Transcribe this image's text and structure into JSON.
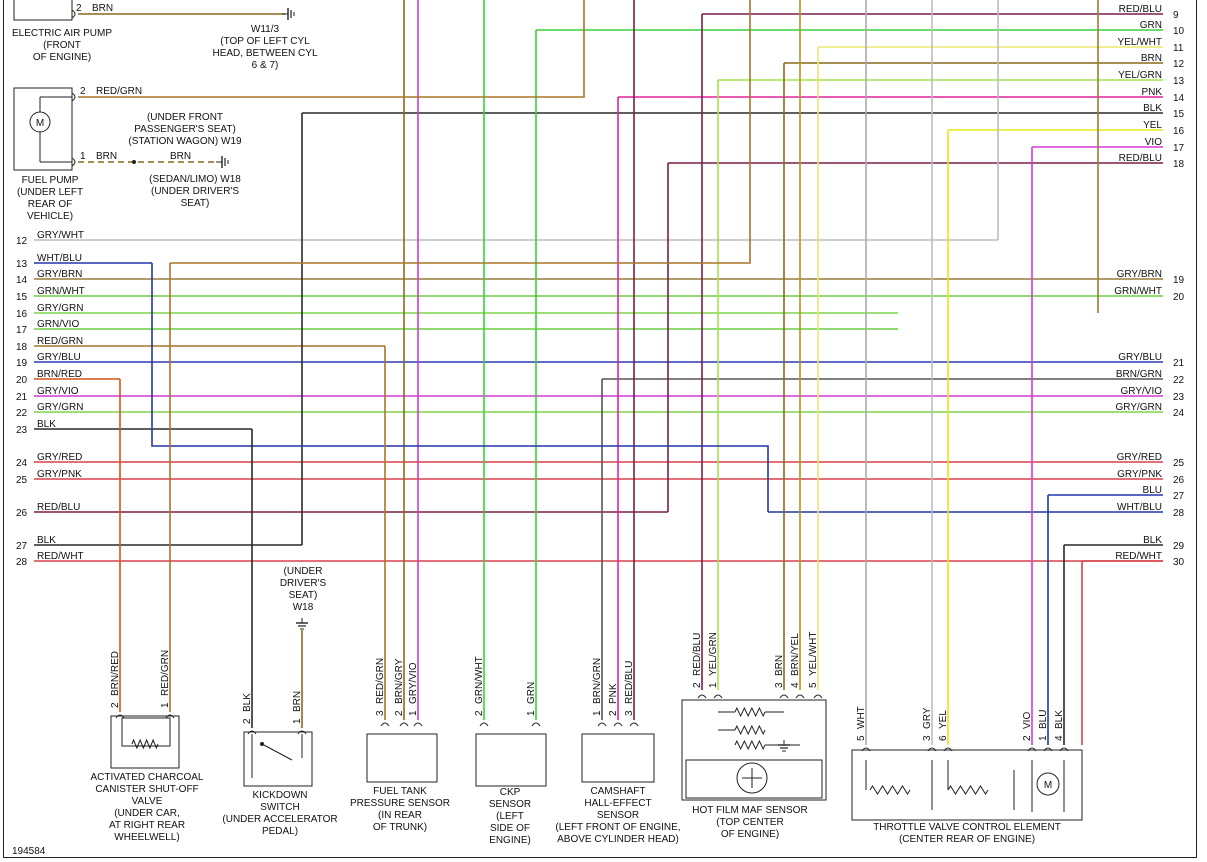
{
  "figure_id": "194584",
  "colors": {
    "BRN": "#8a6a1c",
    "RED/GRN": "#a8752a",
    "BLK": "#2a2a2a",
    "GRY/WHT": "#bdbdbd",
    "WHT/BLU": "#2236a8",
    "GRY/BRN": "#9a7c3c",
    "GRN/WHT": "#6dcd43",
    "GRY/GRN": "#7fd44c",
    "GRN/VIO": "#6dcd43",
    "GRY/BLU": "#2a3db5",
    "BRN/RED": "#d4541e",
    "GRY/VIO": "#d13ad1",
    "GRY/RED": "#d9424a",
    "GRY/PNK": "#d9424a",
    "RED/BLU": "#7a1f4a",
    "RED/WHT": "#d9424a",
    "GRN": "#39d139",
    "YEL/WHT": "#e8e870",
    "YEL/GRN": "#a6e34b",
    "PNK": "#e0249a",
    "YEL": "#e6e61a",
    "VIO": "#d939d9",
    "BLU": "#2236a8",
    "BRN/YEL": "#b39420",
    "BRN/GRY": "#a58a5a",
    "WHT": "#aaaaaa",
    "GRY": "#bdbdbd"
  },
  "components": {
    "air_pump": {
      "pin": "2",
      "wire": "BRN",
      "label": [
        "ELECTRIC AIR PUMP",
        "(FRONT",
        "OF ENGINE)"
      ]
    },
    "ground_w11": {
      "label": [
        "W11/3",
        "(TOP OF LEFT CYL",
        "HEAD, BETWEEN CYL",
        "6 & 7)"
      ]
    },
    "fuel_pump": {
      "pin2": "2",
      "wire2": "RED/GRN",
      "pin1": "1",
      "wire1": "BRN",
      "motor": "M",
      "label": [
        "FUEL PUMP",
        "(UNDER LEFT",
        "REAR OF",
        "VEHICLE)"
      ]
    },
    "ground_w19": {
      "label": [
        "(UNDER FRONT",
        "PASSENGER'S SEAT)",
        "(STATION WAGON) W19"
      ],
      "wire": "BRN"
    },
    "ground_w18_sedan": {
      "label": [
        "(SEDAN/LIMO) W18",
        "(UNDER DRIVER'S",
        "SEAT)"
      ]
    },
    "ground_w18": {
      "label": [
        "(UNDER",
        "DRIVER'S",
        "SEAT)",
        "W18"
      ]
    },
    "canister": {
      "pins": [
        "2",
        "1"
      ],
      "wires": [
        "BRN/RED",
        "RED/GRN"
      ],
      "label": [
        "ACTIVATED CHARCOAL",
        "CANISTER SHUT-OFF",
        "VALVE",
        "(UNDER CAR,",
        "AT RIGHT REAR",
        "WHEELWELL)"
      ]
    },
    "kickdown": {
      "pins": [
        "2",
        "1"
      ],
      "wires": [
        "BLK",
        "BRN"
      ],
      "label": [
        "KICKDOWN",
        "SWITCH",
        "(UNDER ACCELERATOR",
        "PEDAL)"
      ]
    },
    "fuel_tank": {
      "pins": [
        "3",
        "2",
        "1"
      ],
      "wires": [
        "RED/GRN",
        "BRN/GRY",
        "GRY/VIO"
      ],
      "label": [
        "FUEL TANK",
        "PRESSURE SENSOR",
        "(IN REAR",
        "OF TRUNK)"
      ]
    },
    "ckp": {
      "pins": [
        "2",
        "1"
      ],
      "wires": [
        "GRN/WHT",
        "GRN"
      ],
      "label": [
        "CKP",
        "SENSOR",
        "(LEFT",
        "SIDE OF",
        "ENGINE)"
      ]
    },
    "camshaft": {
      "pins": [
        "1",
        "2",
        "3"
      ],
      "wires": [
        "BRN/GRN",
        "PNK",
        "RED/BLU"
      ],
      "label": [
        "CAMSHAFT",
        "HALL-EFFECT",
        "SENSOR",
        "(LEFT FRONT OF ENGINE,",
        "ABOVE CYLINDER HEAD)"
      ]
    },
    "maf": {
      "pins": [
        "2",
        "1",
        "3",
        "4",
        "5"
      ],
      "wires": [
        "RED/BLU",
        "YEL/GRN",
        "BRN",
        "BRN/YEL",
        "YEL/WHT"
      ],
      "label": [
        "HOT FILM MAF SENSOR",
        "(TOP CENTER",
        "OF ENGINE)"
      ]
    },
    "throttle": {
      "pins": [
        "5",
        "3",
        "6",
        "2",
        "1",
        "4"
      ],
      "wires": [
        "WHT",
        "GRY",
        "YEL",
        "VIO",
        "BLU",
        "BLK"
      ],
      "motor": "M",
      "label": [
        "THROTTLE VALVE CONTROL ELEMENT",
        "(CENTER REAR OF ENGINE)"
      ]
    }
  },
  "left_connector": [
    {
      "pin": "12",
      "wire": "GRY/WHT"
    },
    {
      "pin": "13",
      "wire": "WHT/BLU"
    },
    {
      "pin": "14",
      "wire": "GRY/BRN"
    },
    {
      "pin": "15",
      "wire": "GRN/WHT"
    },
    {
      "pin": "16",
      "wire": "GRY/GRN"
    },
    {
      "pin": "17",
      "wire": "GRN/VIO"
    },
    {
      "pin": "18",
      "wire": "RED/GRN"
    },
    {
      "pin": "19",
      "wire": "GRY/BLU"
    },
    {
      "pin": "20",
      "wire": "BRN/RED"
    },
    {
      "pin": "21",
      "wire": "GRY/VIO"
    },
    {
      "pin": "22",
      "wire": "GRY/GRN"
    },
    {
      "pin": "23",
      "wire": "BLK"
    },
    {
      "pin": "24",
      "wire": "GRY/RED"
    },
    {
      "pin": "25",
      "wire": "GRY/PNK"
    },
    {
      "pin": "26",
      "wire": "RED/BLU"
    },
    {
      "pin": "27",
      "wire": "BLK"
    },
    {
      "pin": "28",
      "wire": "RED/WHT"
    }
  ],
  "right_connector": [
    {
      "pin": "9",
      "wire": "RED/BLU"
    },
    {
      "pin": "10",
      "wire": "GRN"
    },
    {
      "pin": "11",
      "wire": "YEL/WHT"
    },
    {
      "pin": "12",
      "wire": "BRN"
    },
    {
      "pin": "13",
      "wire": "YEL/GRN"
    },
    {
      "pin": "14",
      "wire": "PNK"
    },
    {
      "pin": "15",
      "wire": "BLK"
    },
    {
      "pin": "16",
      "wire": "YEL"
    },
    {
      "pin": "17",
      "wire": "VIO"
    },
    {
      "pin": "18",
      "wire": "RED/BLU"
    },
    {
      "pin": "19",
      "wire": "GRY/BRN"
    },
    {
      "pin": "20",
      "wire": "GRN/WHT"
    },
    {
      "pin": "21",
      "wire": "GRY/BLU"
    },
    {
      "pin": "22",
      "wire": "BRN/GRN"
    },
    {
      "pin": "23",
      "wire": "GRY/VIO"
    },
    {
      "pin": "24",
      "wire": "GRY/GRN"
    },
    {
      "pin": "25",
      "wire": "GRY/RED"
    },
    {
      "pin": "26",
      "wire": "GRY/PNK"
    },
    {
      "pin": "27",
      "wire": "BLU"
    },
    {
      "pin": "28",
      "wire": "WHT/BLU"
    },
    {
      "pin": "29",
      "wire": "BLK"
    },
    {
      "pin": "30",
      "wire": "RED/WHT"
    }
  ]
}
